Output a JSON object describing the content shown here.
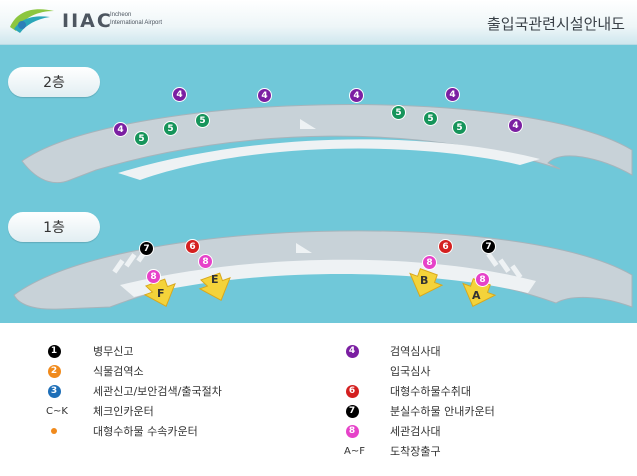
{
  "header": {
    "logo_text": "IIAC",
    "logo_sub_line1": "Incheon",
    "logo_sub_line2": "International Airport",
    "title": "출입국관련시설안내도"
  },
  "floors": [
    {
      "label": "2층"
    },
    {
      "label": "1층"
    }
  ],
  "markers_2f": [
    {
      "num": "4",
      "kind": "m4"
    },
    {
      "num": "4",
      "kind": "m4"
    },
    {
      "num": "4",
      "kind": "m4"
    },
    {
      "num": "4",
      "kind": "m4"
    },
    {
      "num": "4",
      "kind": "m4"
    },
    {
      "num": "4",
      "kind": "m4"
    },
    {
      "num": "5",
      "kind": "m5"
    },
    {
      "num": "5",
      "kind": "m5"
    },
    {
      "num": "5",
      "kind": "m5"
    },
    {
      "num": "5",
      "kind": "m5"
    },
    {
      "num": "5",
      "kind": "m5"
    },
    {
      "num": "5",
      "kind": "m5"
    }
  ],
  "markers_1f": [
    {
      "num": "7",
      "kind": "m7"
    },
    {
      "num": "6",
      "kind": "m6"
    },
    {
      "num": "8",
      "kind": "m8"
    },
    {
      "num": "8",
      "kind": "m8"
    },
    {
      "num": "6",
      "kind": "m6"
    },
    {
      "num": "7",
      "kind": "m7"
    },
    {
      "num": "8",
      "kind": "m8"
    },
    {
      "num": "8",
      "kind": "m8"
    }
  ],
  "gates": [
    "F",
    "E",
    "B",
    "A"
  ],
  "legend": {
    "left": [
      {
        "symbol": "1",
        "type": "circle",
        "color": "#000000",
        "label": "병무신고"
      },
      {
        "symbol": "2",
        "type": "circle",
        "color": "#f08a1c",
        "label": "식물검역소"
      },
      {
        "symbol": "3",
        "type": "circle",
        "color": "#1e6fb8",
        "label": "세관신고/보안검색/출국절차"
      },
      {
        "symbol": "C~K",
        "type": "code",
        "color": "#333333",
        "label": "체크인카운터"
      },
      {
        "symbol": "",
        "type": "dot",
        "color": "#f08a1c",
        "label": "대형수하물 수속카운터"
      }
    ],
    "right": [
      {
        "symbol": "4",
        "type": "circle",
        "color": "#7b1fa2",
        "label": "검역심사대"
      },
      {
        "symbol": "",
        "type": "none",
        "color": "",
        "label": "입국심사"
      },
      {
        "symbol": "6",
        "type": "circle",
        "color": "#d42020",
        "label": "대형수하물수취대"
      },
      {
        "symbol": "7",
        "type": "circle",
        "color": "#000000",
        "label": "분실수하물 안내카운터"
      },
      {
        "symbol": "8",
        "type": "circle",
        "color": "#e642c9",
        "label": "세관검사대"
      },
      {
        "symbol": "A~F",
        "type": "code",
        "color": "#333333",
        "label": "도착장출구"
      }
    ]
  },
  "colors": {
    "map_bg": "#70c8d9",
    "terminal_fill": "#c8d2d8",
    "terminal_floor": "#e6ecef",
    "arrow": "#f4d33a"
  }
}
